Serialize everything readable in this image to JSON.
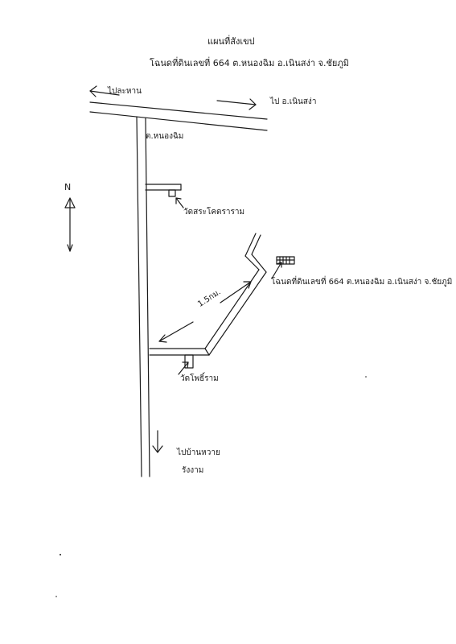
{
  "header": {
    "title": "แผนที่สังเขป",
    "subtitle": "โฉนดที่ดินเลขที่ 664 ต.หนองฉิม อ.เนินสง่า จ.ชัยภูมิ"
  },
  "map": {
    "labels": {
      "to_west": "ไปละหาน",
      "to_east": "ไป อ.เนินสง่า",
      "village": "ต.หนองฉิม",
      "temple_north": "วัดสระโคตราราม",
      "parcel": "โฉนดที่ดินเลขที่ 664 ต.หนองฉิม อ.เนินสง่า จ.ชัยภูมิ",
      "distance": "1.5กม.",
      "temple_south": "วัดโพธิ์ราม",
      "to_south_1": "ไปบ้านหวาย",
      "to_south_2": "รังงาม",
      "north": "N"
    },
    "line_color": "#1a1a1a"
  }
}
